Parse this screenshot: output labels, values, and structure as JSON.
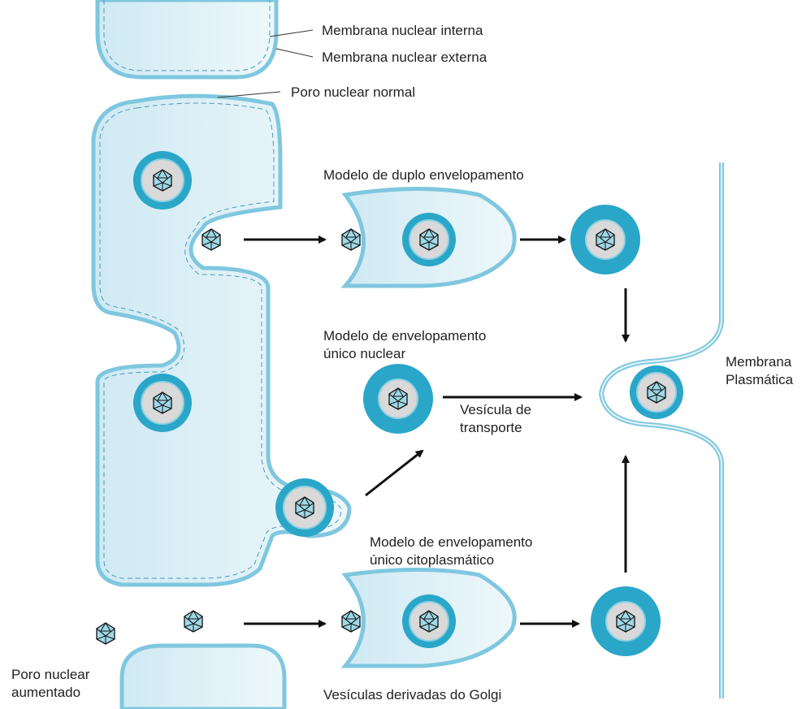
{
  "labels": {
    "inner_membrane": "Membrana nuclear interna",
    "outer_membrane": "Membrana nuclear externa",
    "normal_pore": "Poro nuclear normal",
    "double_env_model": "Modelo de duplo envelopamento",
    "single_nuclear_l1": "Modelo de envelopamento",
    "single_nuclear_l2": "único nuclear",
    "transport_l1": "Vesícula de",
    "transport_l2": "transporte",
    "plasma_l1": "Membrana",
    "plasma_l2": "Plasmática",
    "single_cyto_l1": "Modelo de envelopamento",
    "single_cyto_l2": "único citoplasmático",
    "enlarged_pore_l1": "Poro nuclear",
    "enlarged_pore_l2": "aumentado",
    "golgi_vesicles": "Vesículas derivadas do Golgi"
  },
  "colors": {
    "membrane_fill": "#dff2f8",
    "membrane_stroke": "#7fc7df",
    "envelope": "#2aa6c8",
    "capsid_core": "#d9d9d9",
    "arrow": "#111111"
  }
}
